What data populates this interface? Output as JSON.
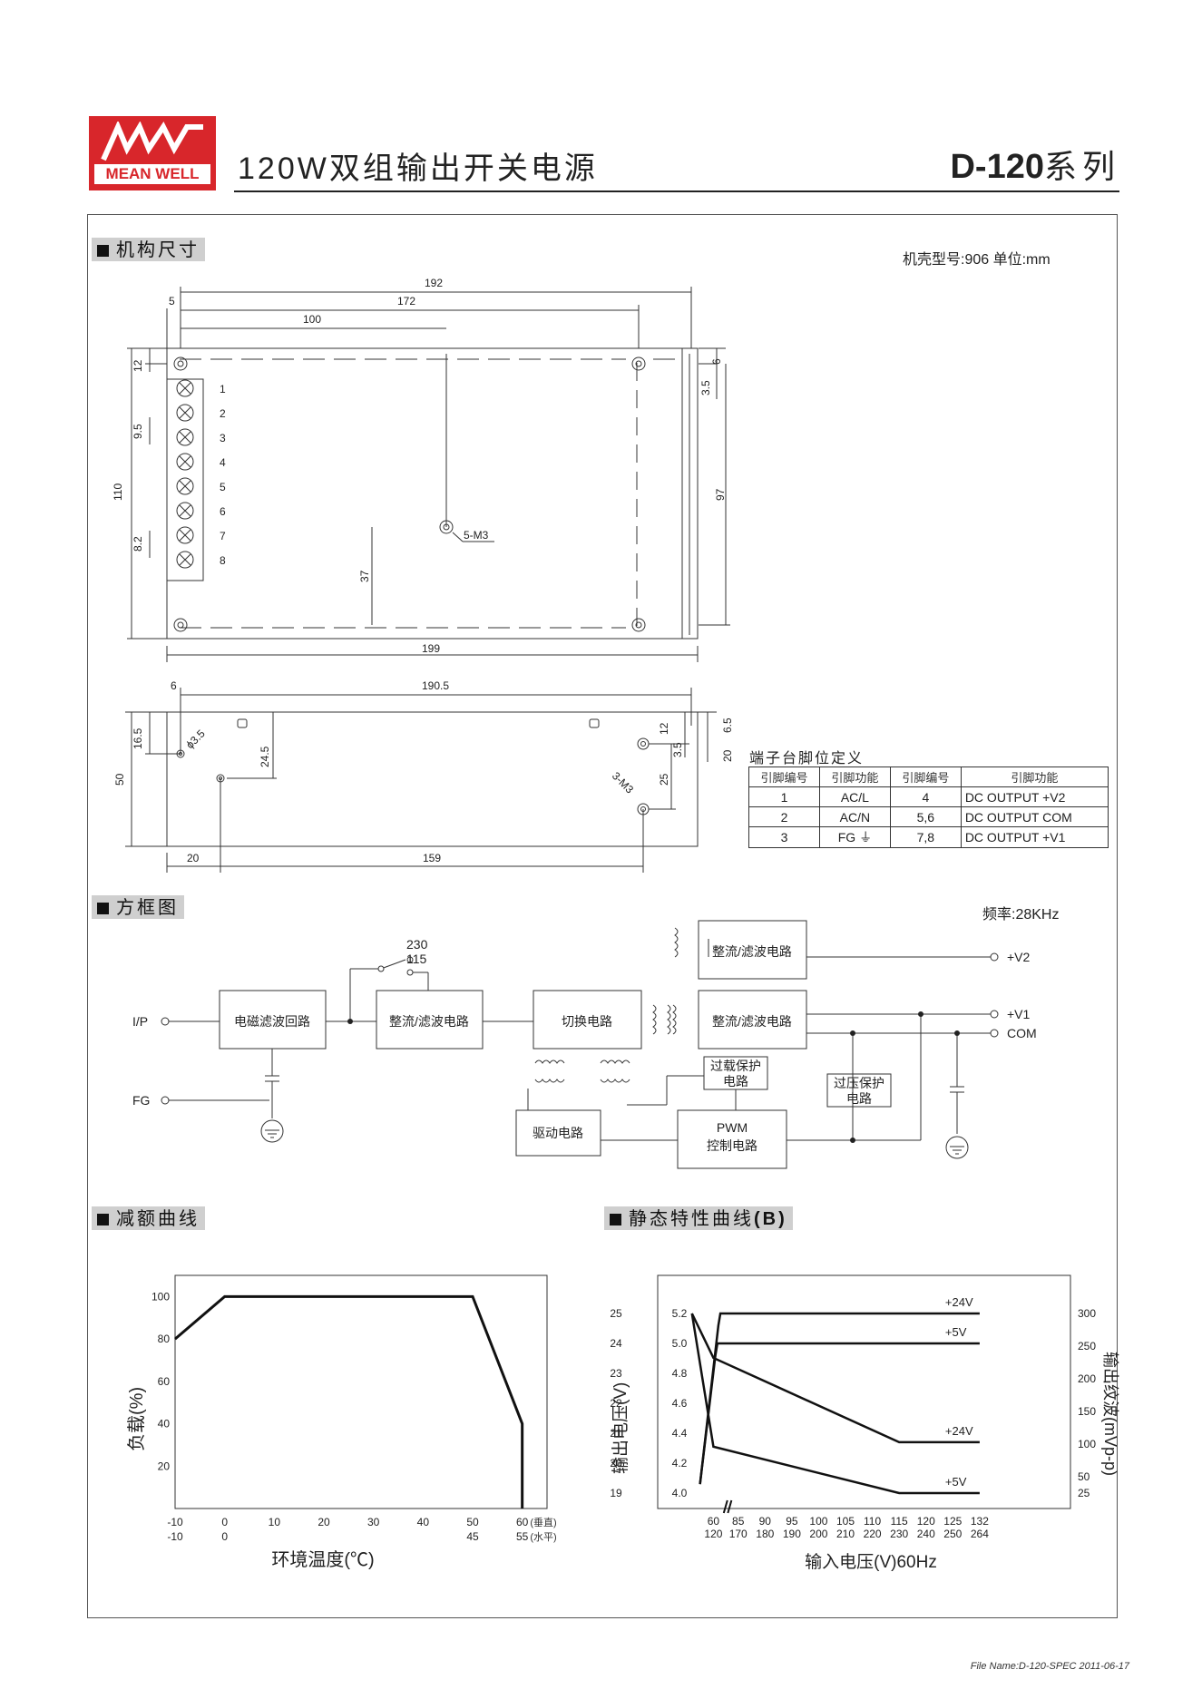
{
  "header": {
    "brand": "MEAN WELL",
    "title": "120W双组输出开关电源",
    "series_code": "D-120",
    "series_suffix": "系列"
  },
  "sections": {
    "dimensions": {
      "label": "机构尺寸",
      "case_note": "机壳型号:906 单位:mm",
      "dims": {
        "d192": "192",
        "d172": "172",
        "d100": "100",
        "d5": "5",
        "d12": "12",
        "d9_5": "9.5",
        "d110": "110",
        "d8_2": "8.2",
        "d37": "37",
        "d6": "6",
        "d3_5": "3.5",
        "d97": "97",
        "d199": "199",
        "m3_5": "5-M3",
        "s6": "6",
        "s190_5": "190.5",
        "s16_5": "16.5",
        "s50": "50",
        "phi": "ϕ3.5",
        "s24_5": "24.5",
        "s12": "12",
        "s3_5": "3.5",
        "s6_5": "6.5",
        "s20": "20",
        "s25": "25",
        "m3_3": "3-M3",
        "s20b": "20",
        "s159": "159"
      },
      "terminals": [
        "1",
        "2",
        "3",
        "4",
        "5",
        "6",
        "7",
        "8"
      ],
      "pin_table": {
        "title": "端子台脚位定义",
        "headers": [
          "引脚编号",
          "引脚功能",
          "引脚编号",
          "引脚功能"
        ],
        "rows": [
          [
            "1",
            "AC/L",
            "4",
            "DC OUTPUT +V2"
          ],
          [
            "2",
            "AC/N",
            "5,6",
            "DC OUTPUT COM"
          ],
          [
            "3",
            "FG ⏚",
            "7,8",
            "DC OUTPUT +V1"
          ]
        ]
      }
    },
    "block": {
      "label": "方框图",
      "freq": "频率:28KHz",
      "blocks": {
        "emi": "电磁滤波回路",
        "rect1": "整流/滤波电路",
        "switch": "切换电路",
        "rect2": "整流/滤波电路",
        "rect3": "整流/滤波电路",
        "ocp": [
          "过载保护",
          "电路"
        ],
        "ovp": [
          "过压保护",
          "电路"
        ],
        "drive": "驱动电路",
        "pwm": [
          "PWM",
          "控制电路"
        ]
      },
      "ports": {
        "ip": "I/P",
        "fg": "FG",
        "v2": "+V2",
        "v1": "+V1",
        "com": "COM",
        "sw230": "230",
        "sw115": "115"
      }
    },
    "derating": {
      "label": "减额曲线"
    },
    "static": {
      "label": "静态特性曲线",
      "label_suffix": "(B)"
    }
  },
  "chart_data": [
    {
      "type": "line",
      "title": "",
      "xlabel": "环境温度(℃)",
      "ylabel": "负载(%)",
      "x_ticks_vertical": [
        "-10",
        "0",
        "10",
        "20",
        "30",
        "40",
        "50",
        "60"
      ],
      "x_ticks_horizontal": [
        "-10",
        "0",
        "",
        "",
        "",
        "",
        "45",
        "55"
      ],
      "x_axis_notes": [
        "(垂直)",
        "(水平)"
      ],
      "y_ticks": [
        "100",
        "80",
        "60",
        "40",
        "20"
      ],
      "xlim": [
        -10,
        65
      ],
      "ylim": [
        0,
        110
      ],
      "series": [
        {
          "x": [
            -10,
            0,
            50,
            60,
            60
          ],
          "y": [
            80,
            100,
            100,
            40,
            0
          ]
        }
      ]
    },
    {
      "type": "line",
      "title": "",
      "xlabel": "输入电压(V)60Hz",
      "ylabel": "输出电压(V)",
      "y2label": "输出纹波(mVp-p)",
      "x_ticks_top": [
        "60",
        "85",
        "90",
        "95",
        "100",
        "105",
        "110",
        "115",
        "120",
        "125",
        "132"
      ],
      "x_ticks_bottom": [
        "120",
        "170",
        "180",
        "190",
        "200",
        "210",
        "220",
        "230",
        "240",
        "250",
        "264"
      ],
      "y_left_outer": [
        "25",
        "24",
        "23",
        "22",
        "21",
        "20",
        "19"
      ],
      "y_left_inner": [
        "5.2",
        "5.0",
        "4.8",
        "4.6",
        "4.4",
        "4.2",
        "4.0"
      ],
      "y_right": [
        "300",
        "250",
        "200",
        "150",
        "100",
        "50",
        "25"
      ],
      "series": [
        {
          "name": "+24V",
          "axis": "output voltage",
          "x": [
            55,
            65,
            67,
            132
          ],
          "y": [
            19.3,
            24.6,
            25.0,
            25.0
          ]
        },
        {
          "name": "+5V",
          "axis": "output voltage",
          "x": [
            55,
            62,
            64,
            132
          ],
          "y": [
            19.3,
            23.6,
            24.0,
            24.0
          ]
        },
        {
          "name": "+24V",
          "axis": "ripple",
          "x": [
            52,
            60,
            115,
            132
          ],
          "y": [
            300,
            232,
            103,
            103
          ]
        },
        {
          "name": "+5V",
          "axis": "ripple",
          "x": [
            52,
            60,
            115,
            132
          ],
          "y": [
            300,
            96,
            22,
            22
          ]
        }
      ]
    }
  ],
  "footer": "File Name:D-120-SPEC   2011-06-17"
}
